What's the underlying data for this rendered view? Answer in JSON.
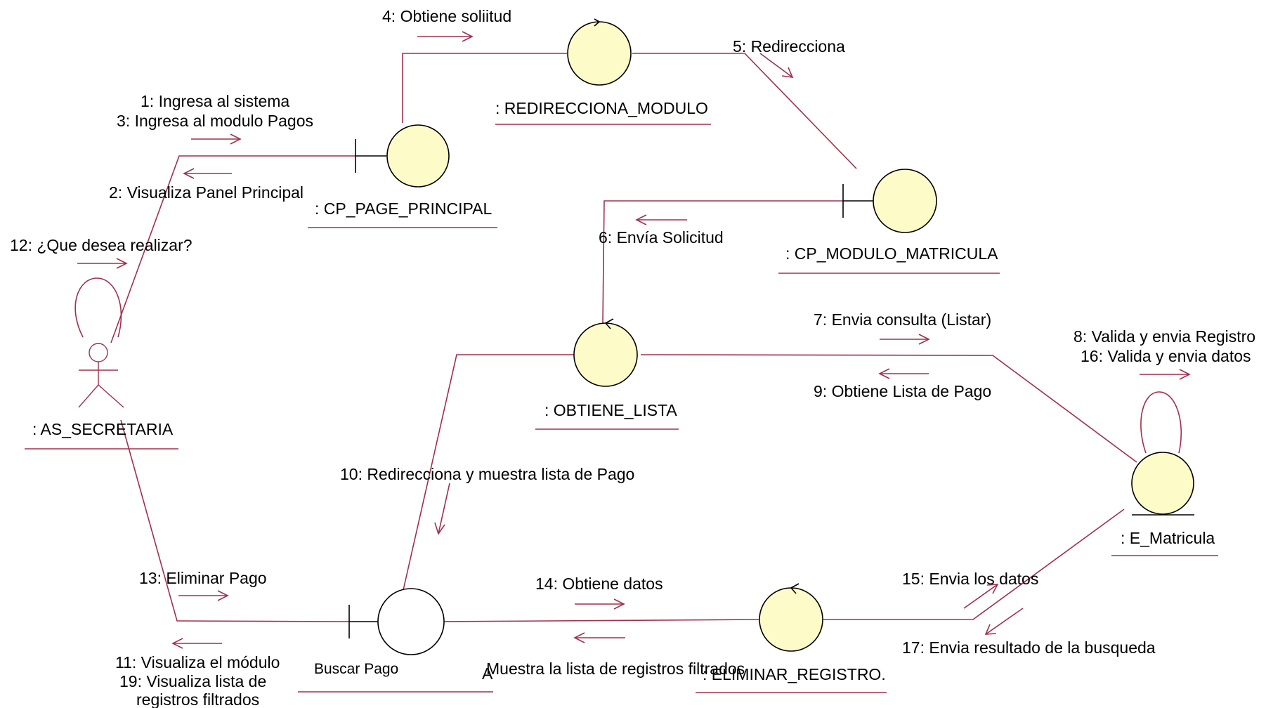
{
  "objects": {
    "redirecciona_modulo": ": REDIRECCIONA_MODULO",
    "cp_page_principal": ": CP_PAGE_PRINCIPAL",
    "cp_modulo_matricula": ": CP_MODULO_MATRICULA",
    "obtiene_lista": ": OBTIENE_LISTA",
    "as_secretaria": ": AS_SECRETARIA",
    "e_matricula": ": E_Matricula",
    "buscar_pago": "Buscar Pago",
    "buscar_pago_suffix": "A",
    "eliminar_registro": ": ELIMINAR_REGISTRO."
  },
  "messages": {
    "m4": "4: Obtiene soliitud",
    "m5": "5: Redirecciona",
    "m1": "1: Ingresa al sistema",
    "m3": "3: Ingresa al modulo Pagos",
    "m2": "2: Visualiza Panel Principal",
    "m12": "12: ¿Que desea realizar?",
    "m6": "6: Envía Solicitud",
    "m7": "7: Envia consulta (Listar)",
    "m9": "9: Obtiene Lista de Pago",
    "m8": "8: Valida y envia Registro",
    "m16": "16: Valida y envia datos",
    "m10": "10: Redirecciona y muestra lista de Pago",
    "m13": "13: Eliminar Pago",
    "m14": "14: Obtiene datos",
    "m15": "15: Envia los datos",
    "m17": "17: Envia resultado de la busqueda",
    "m11": "11: Visualiza el módulo",
    "m19a": "19: Visualiza lista de",
    "m19b": "registros filtrados",
    "m18": "Muestra la lista de registros filtrados"
  },
  "colors": {
    "link": "#a0304a",
    "object_fill": "#fdfcc8",
    "boundary_plain_fill": "#ffffff"
  },
  "icons": [
    "control-icon",
    "boundary-icon",
    "entity-icon",
    "actor-icon",
    "message-arrow-icon"
  ]
}
